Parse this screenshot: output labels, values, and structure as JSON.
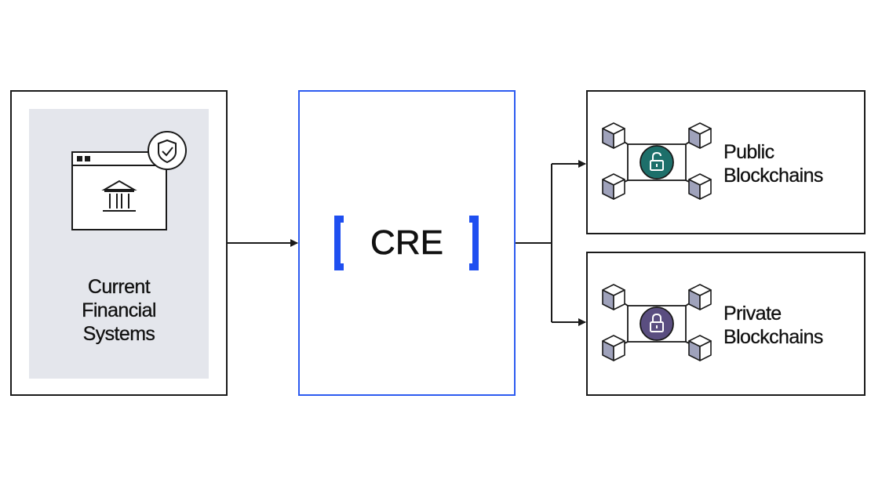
{
  "source": {
    "label": "Current\nFinancial\nSystems",
    "icons": [
      "browser-window-icon",
      "bank-icon",
      "shield-check-icon"
    ]
  },
  "hub": {
    "label": "CRE",
    "bracket_color": "#1f4ff0"
  },
  "targets": [
    {
      "label": "Public\nBlockchains",
      "lock_icon": "lock-open-icon",
      "lock_color": "#1d6f6a"
    },
    {
      "label": "Private\nBlockchains",
      "lock_icon": "lock-closed-icon",
      "lock_color": "#5a4e80"
    }
  ],
  "colors": {
    "border": "#1a1a1a",
    "hub_border": "#2d5bf0",
    "panel_bg": "#e4e6ec",
    "cube_fill": "#9fa2bb"
  }
}
